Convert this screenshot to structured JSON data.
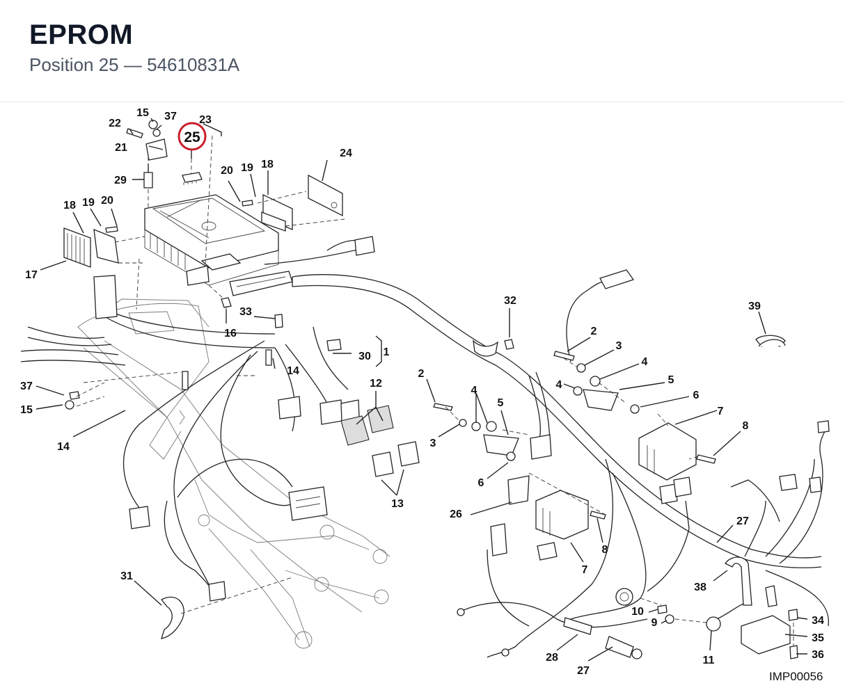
{
  "header": {
    "title": "EPROM",
    "subtitle_position": "Position 25",
    "subtitle_separator": "—",
    "subtitle_part": "54610831A"
  },
  "highlight": {
    "position": "25",
    "color": "#c81e2a"
  },
  "diagram": {
    "code": "IMP00056",
    "callouts": [
      "1",
      "2",
      "3",
      "4",
      "5",
      "6",
      "7",
      "8",
      "9",
      "10",
      "11",
      "12",
      "13",
      "14",
      "15",
      "16",
      "17",
      "18",
      "19",
      "20",
      "21",
      "22",
      "23",
      "24",
      "25",
      "26",
      "27",
      "28",
      "29",
      "30",
      "31",
      "32",
      "33",
      "34",
      "35",
      "36",
      "37",
      "38",
      "39"
    ]
  }
}
